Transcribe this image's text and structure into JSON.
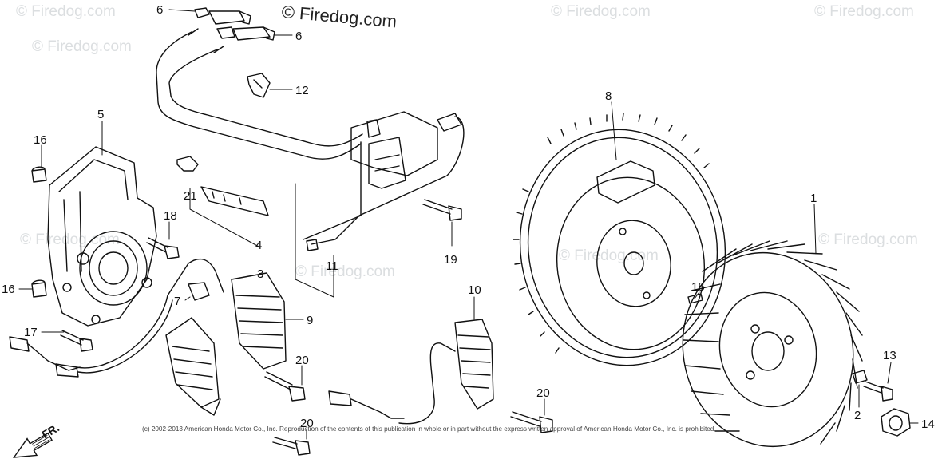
{
  "brand": "© Firedog.com",
  "watermarks": [
    "© Firedog.com",
    "© Firedog.com",
    "© Firedog.com",
    "© Firedog.com",
    "© Firedog.com",
    "© Firedog.com",
    "© Firedog.com",
    "© Firedog.com"
  ],
  "copyright": "(c) 2002-2013 American Honda Motor Co., Inc. Reproduction of the contents of this publication in whole or in part without the express written approval of American Honda Motor Co., Inc. is prohibited.",
  "direction_label": "FR.",
  "callouts": [
    "6",
    "6",
    "12",
    "5",
    "8",
    "16",
    "1",
    "21",
    "18",
    "4",
    "3",
    "11",
    "19",
    "16",
    "7",
    "9",
    "10",
    "15",
    "17",
    "20",
    "20",
    "20",
    "13",
    "2",
    "14"
  ],
  "colors": {
    "line": "#111111",
    "watermark": "#cfd3d6"
  }
}
